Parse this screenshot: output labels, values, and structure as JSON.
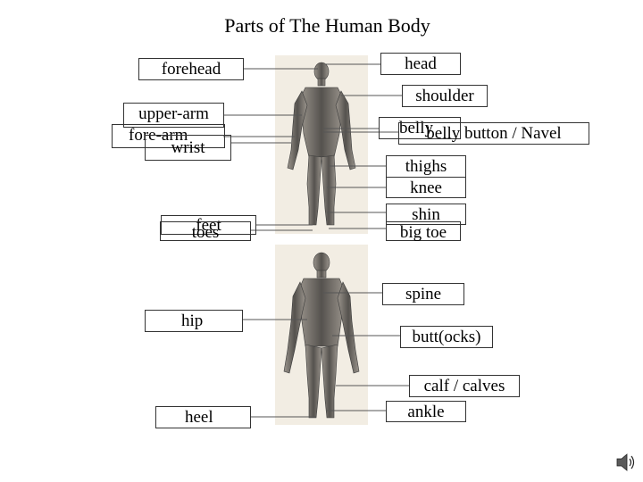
{
  "title": "Parts of The Human Body",
  "labels": {
    "forehead": "forehead",
    "head": "head",
    "shoulder": "shoulder",
    "upper_arm": "upper-arm",
    "belly": "belly",
    "belly_button": "belly button / Navel",
    "fore_arm": "fore-arm",
    "wrist": "wrist",
    "thighs": "thighs",
    "knee": "knee",
    "shin": "shin",
    "feet": "feet",
    "toes": "toes",
    "big_toe": "big toe",
    "spine": "spine",
    "hip": "hip",
    "buttocks": "butt(ocks)",
    "calves": "calf / calves",
    "ankle": "ankle",
    "heel": "heel"
  },
  "colors": {
    "figure_background": "#f2ede3",
    "figure_shade": "#4a4a4a",
    "box_border": "#333333",
    "line": "#555555"
  },
  "icons": {
    "audio": "speaker-icon"
  }
}
